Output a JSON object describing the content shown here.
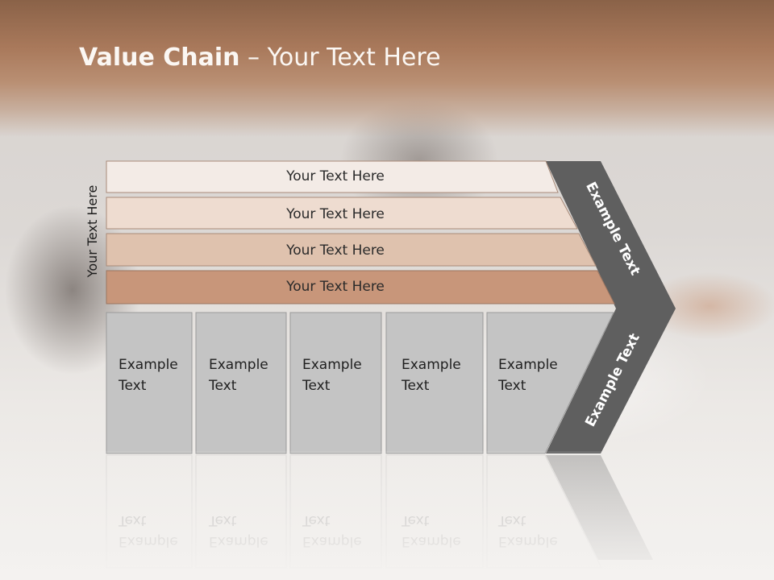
{
  "slide": {
    "title_bold": "Value Chain",
    "title_rest": " – Your Text Here",
    "side_label": "Your Text Here"
  },
  "bars": [
    {
      "label": "Your Text Here",
      "color": "#f3ebe6"
    },
    {
      "label": "Your Text Here",
      "color": "#eedcd0"
    },
    {
      "label": "Your Text Here",
      "color": "#dfc2ae"
    },
    {
      "label": "Your Text Here",
      "color": "#c8967a"
    }
  ],
  "boxes": [
    {
      "line1": "Example",
      "line2": "Text"
    },
    {
      "line1": "Example",
      "line2": "Text"
    },
    {
      "line1": "Example",
      "line2": "Text"
    },
    {
      "line1": "Example",
      "line2": "Text"
    },
    {
      "line1": "Example",
      "line2": "Text"
    }
  ],
  "chevron": {
    "top_label": "Example Text",
    "bottom_label": "Example Text",
    "color": "#5f5f5f"
  },
  "colors": {
    "box_fill": "#c4c4c4",
    "box_stroke": "#9a9a9a",
    "header": "#a9795b"
  }
}
